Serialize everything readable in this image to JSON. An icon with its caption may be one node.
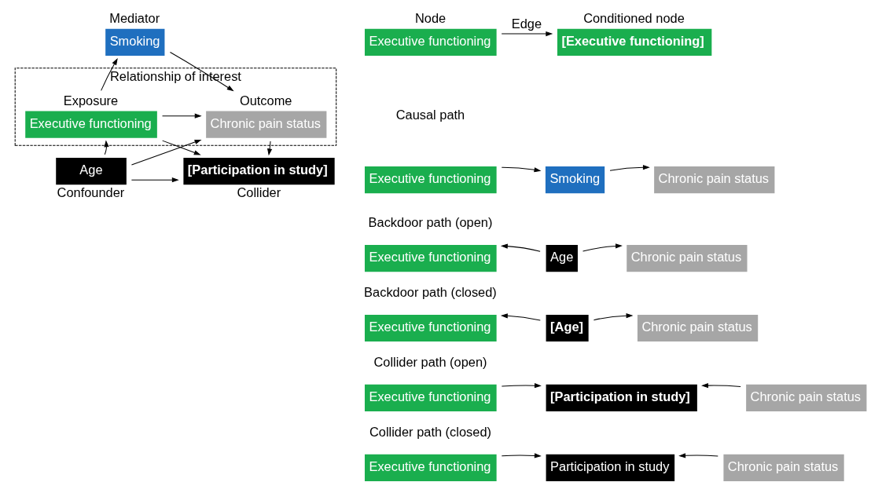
{
  "diagram": {
    "nodes": [
      {
        "text": [
          "Relationship of interest"
        ]
      },
      {
        "text": [
          "Smoking"
        ],
        "beside": [
          "Mediator"
        ]
      },
      {
        "text": [
          "Executive functioning"
        ],
        "in": 0,
        "beside": [
          "Exposure"
        ]
      },
      {
        "text": [
          "Chronic pain status"
        ],
        "in": 0,
        "beside": [
          "Outcome"
        ]
      },
      {
        "text": [
          "Age"
        ],
        "beside": [
          "Confounder"
        ]
      },
      {
        "text": [
          "[Participation in study]"
        ],
        "beside": [
          "Collider"
        ]
      },
      {
        "text": [
          "Executive functioning"
        ],
        "beside": [
          "Node"
        ]
      },
      {
        "text": [
          "[Executive functioning]"
        ],
        "beside": [
          "Conditioned node"
        ]
      },
      {
        "text": [
          "Executive functioning"
        ]
      },
      {
        "text": [
          "Smoking"
        ]
      },
      {
        "text": [
          "Chronic pain status"
        ]
      },
      {
        "text": [
          "Executive functioning"
        ]
      },
      {
        "text": [
          "Age"
        ]
      },
      {
        "text": [
          "Chronic pain status"
        ]
      },
      {
        "text": [
          "Executive functioning"
        ]
      },
      {
        "text": [
          "[Age]"
        ]
      },
      {
        "text": [
          "Chronic pain status"
        ]
      },
      {
        "text": [
          "Executive functioning"
        ]
      },
      {
        "text": [
          "[Participation in study]"
        ]
      },
      {
        "text": [
          "Chronic pain status"
        ]
      },
      {
        "text": [
          "Executive functioning"
        ]
      },
      {
        "text": [
          "Participation in study"
        ]
      },
      {
        "text": [
          "Chronic pain status"
        ]
      }
    ],
    "edges": [
      {
        "from": 2,
        "to": 1,
        "arrow": "to"
      },
      {
        "from": 1,
        "to": 3,
        "arrow": "to"
      },
      {
        "from": 2,
        "to": 3,
        "arrow": "to"
      },
      {
        "from": 4,
        "to": 2,
        "arrow": "to"
      },
      {
        "from": 4,
        "to": 3,
        "arrow": "to"
      },
      {
        "from": 2,
        "to": 5,
        "arrow": "to"
      },
      {
        "from": 4,
        "to": 5,
        "arrow": "to"
      },
      {
        "from": 3,
        "to": 5,
        "arrow": "to"
      },
      {
        "from": 6,
        "to": 7,
        "arrow": "to",
        "label": "Edge"
      },
      {
        "from": 8,
        "to": 9,
        "arrow": "to"
      },
      {
        "from": 9,
        "to": 10,
        "arrow": "to"
      },
      {
        "from": 12,
        "to": 11,
        "arrow": "to"
      },
      {
        "from": 12,
        "to": 13,
        "arrow": "to"
      },
      {
        "from": 15,
        "to": 14,
        "arrow": "to"
      },
      {
        "from": 15,
        "to": 16,
        "arrow": "to"
      },
      {
        "from": 17,
        "to": 18,
        "arrow": "to"
      },
      {
        "from": 19,
        "to": 18,
        "arrow": "to"
      },
      {
        "from": 20,
        "to": 21,
        "arrow": "to"
      },
      {
        "from": 22,
        "to": 21,
        "arrow": "to"
      }
    ],
    "labels": [
      "Causal path",
      "Backdoor path (open)",
      "Backdoor path (closed)",
      "Collider path (open)",
      "Collider path (closed)"
    ]
  }
}
